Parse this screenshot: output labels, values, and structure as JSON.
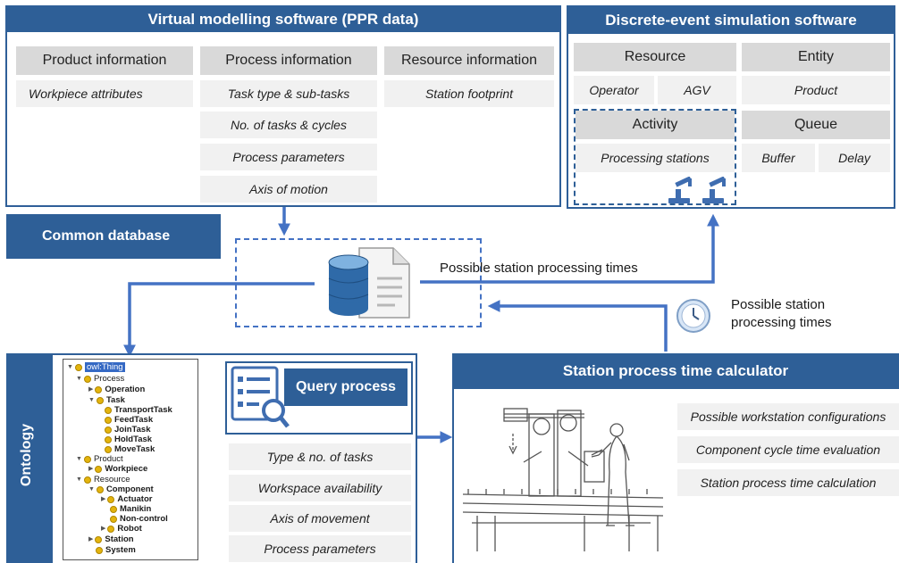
{
  "vms": {
    "title": "Virtual modelling software (PPR data)",
    "columns": [
      {
        "header": "Product information",
        "items": [
          "Workpiece attributes"
        ]
      },
      {
        "header": "Process information",
        "items": [
          "Task type & sub-tasks",
          "No. of tasks & cycles",
          "Process parameters",
          "Axis of motion"
        ]
      },
      {
        "header": "Resource information",
        "items": [
          "Station footprint"
        ]
      }
    ]
  },
  "des": {
    "title": "Discrete-event simulation software",
    "resource": {
      "header": "Resource",
      "items": [
        "Operator",
        "AGV"
      ]
    },
    "entity": {
      "header": "Entity",
      "items": [
        "Product"
      ]
    },
    "activity": {
      "header": "Activity",
      "items": [
        "Processing stations"
      ]
    },
    "queue": {
      "header": "Queue",
      "items": [
        "Buffer",
        "Delay"
      ]
    }
  },
  "common_db": {
    "label": "Common database"
  },
  "arrow_label_1": "Possible station processing times",
  "arrow_label_2": {
    "line1": "Possible station",
    "line2": "processing times"
  },
  "ontology": {
    "label": "Ontology",
    "tree": {
      "root": "owl:Thing",
      "process": "Process",
      "operation": "Operation",
      "task": "Task",
      "tasks": [
        "TransportTask",
        "FeedTask",
        "JoinTask",
        "HoldTask",
        "MoveTask"
      ],
      "product": "Product",
      "workpiece": "Workpiece",
      "resource": "Resource",
      "component": "Component",
      "components": [
        "Actuator",
        "Manikin",
        "Non-control",
        "Robot"
      ],
      "station": "Station",
      "system": "System"
    },
    "query_title": "Query process",
    "query_items": [
      "Type & no. of tasks",
      "Workspace availability",
      "Axis of movement",
      "Process parameters"
    ]
  },
  "calculator": {
    "title": "Station process time calculator",
    "items": [
      "Possible workstation configurations",
      "Component cycle time evaluation",
      "Station process time calculation"
    ]
  },
  "colors": {
    "blue": "#2e5f97",
    "arrow": "#4472c4",
    "gray": "#d9d9d9",
    "light": "#f1f1f1"
  }
}
